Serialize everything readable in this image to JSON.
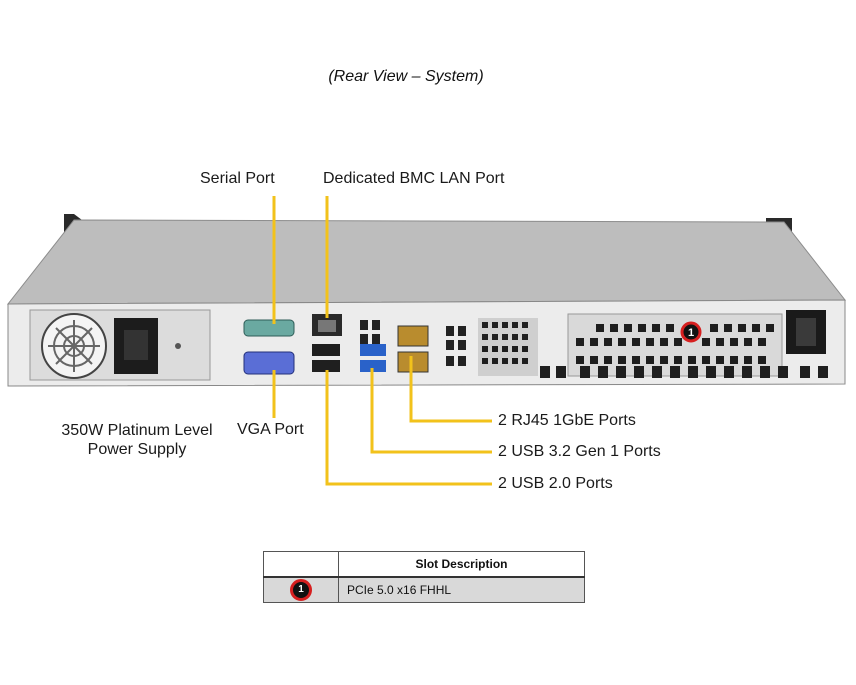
{
  "figure": {
    "title": "(Rear View – System)"
  },
  "callouts": {
    "serial_port": "Serial Port",
    "bmc_lan": "Dedicated BMC LAN Port",
    "psu_line1": "350W Platinum  Level",
    "psu_line2": "Power Supply",
    "vga_port": "VGA Port",
    "rj45": "2 RJ45 1GbE Ports",
    "usb32": "2 USB 3.2 Gen 1 Ports",
    "usb20": "2 USB 2.0 Ports"
  },
  "slot_badge": "1",
  "slot_table": {
    "header_num": "",
    "header_desc": "Slot Description",
    "rows": [
      {
        "num": "1",
        "desc": "PCIe 5.0 x16 FHHL"
      }
    ]
  },
  "colors": {
    "leader_line": "#f2c21b",
    "chassis_top": "#bcbcbc",
    "chassis_face": "#e9e9e9",
    "badge_ring": "#d61f1f"
  }
}
